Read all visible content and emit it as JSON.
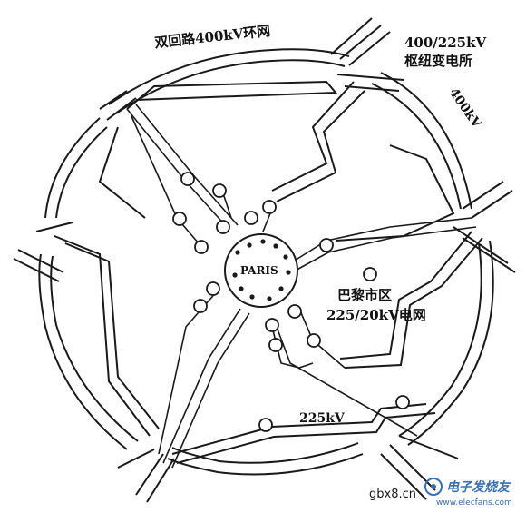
{
  "diagram": {
    "ring_label": "双回路400kV环网",
    "substation_label_line1": "400/225kV",
    "substation_label_line2": "枢纽变电所",
    "voltage_400": "400kV",
    "voltage_225": "225kV",
    "city_center": "PARIS",
    "district_line1": "巴黎市区",
    "district_line2": "225/20kV电网"
  },
  "watermark": {
    "site_domain": "gbx8.cn",
    "brand": "电子发烧友",
    "brand_url": "www.elecfans.com"
  },
  "colors": {
    "line": "#1a1a1a",
    "background": "#ffffff",
    "watermark_blue": "#3b6fb0"
  }
}
